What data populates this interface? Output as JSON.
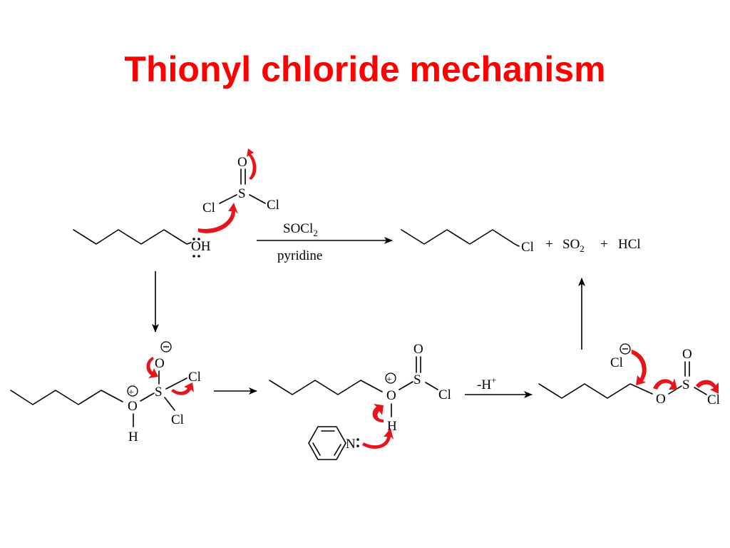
{
  "slide": {
    "title": "Thionyl chloride mechanism"
  },
  "reaction": {
    "reagent": "SOCl",
    "reagent_subscript": "2",
    "solvent": "pyridine",
    "products": {
      "alkyl_chloride": "Cl",
      "plus1": "+",
      "so2": "SO",
      "so2_subscript": "2",
      "plus2": "+",
      "hcl": "HCl"
    },
    "deprotonation_label": "-H",
    "deprotonation_superscript": "+"
  },
  "atoms": {
    "O": "O",
    "S": "S",
    "Cl": "Cl",
    "H": "H",
    "OH": "OH",
    "N": "N",
    "plus": "+",
    "minus": "−"
  },
  "colors": {
    "title": "#ff0000",
    "curved_arrows": "#e8141c",
    "ink": "#000000"
  }
}
